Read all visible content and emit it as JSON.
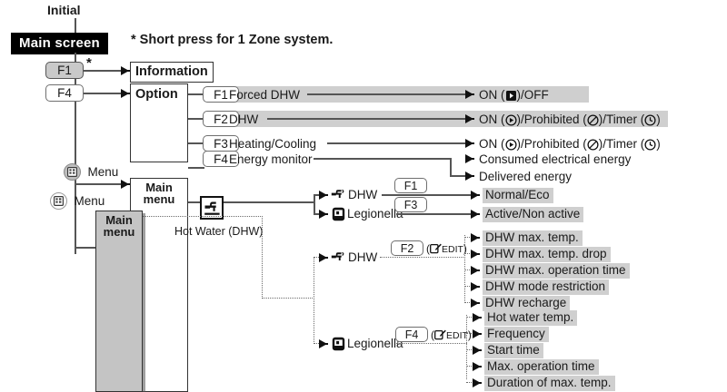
{
  "diagram": {
    "title_note": "* Short press for 1 Zone system.",
    "initial_label": "Initial",
    "main_screen": "Main screen",
    "asterisk": "*",
    "nodes": {
      "information": "Information",
      "option": "Option",
      "main_menu": "Main menu",
      "main_menu_2": "Main menu",
      "hot_water_caption": "Hot Water (DHW)"
    },
    "menu_buttons": [
      {
        "label": "Menu",
        "icon": "menu-icon",
        "style": "filled"
      },
      {
        "label": "Menu",
        "icon": "menu-icon",
        "style": "outline"
      }
    ],
    "root_keys": [
      {
        "key": "F1",
        "style": "gray",
        "note": "*"
      },
      {
        "key": "F4",
        "style": "white",
        "note": ""
      }
    ],
    "option_rows": [
      {
        "key": "F1",
        "label": "Forced DHW",
        "value": "ON (▶)/OFF",
        "highlight": true
      },
      {
        "key": "F2",
        "label": "DHW",
        "value": "ON (▶)/Prohibited (⊘)/Timer (◔)",
        "highlight": true
      },
      {
        "key": "F3",
        "label": "Heating/Cooling",
        "value": "ON (▶)/Prohibited (⊘)/Timer (◔)",
        "highlight": false
      },
      {
        "key": "F4",
        "label": "Energy monitor",
        "value": "",
        "highlight": false
      }
    ],
    "energy_monitor_values": [
      {
        "label": "Consumed electrical energy",
        "highlight": false
      },
      {
        "label": "Delivered energy",
        "highlight": false
      }
    ],
    "hot_water_group": [
      {
        "icon": "tap-icon",
        "label": "DHW",
        "key": "F1",
        "value": "Normal/Eco",
        "highlight": true
      },
      {
        "icon": "legionella-icon",
        "label": "Legionella",
        "key": "F3",
        "value": "Active/Non active",
        "highlight": true
      }
    ],
    "dhw_settings": {
      "icon": "tap-icon",
      "label": "DHW",
      "key": "F2",
      "edit_label": "EDIT",
      "edit_icon": "edit-pencil-icon",
      "items": [
        "DHW max. temp.",
        "DHW max. temp. drop",
        "DHW max. operation time",
        "DHW mode restriction",
        "DHW recharge"
      ]
    },
    "legionella_settings": {
      "icon": "legionella-icon",
      "label": "Legionella",
      "key": "F4",
      "edit_label": "EDIT",
      "edit_icon": "edit-pencil-icon",
      "items": [
        "Hot water temp.",
        "Frequency",
        "Start time",
        "Max. operation time",
        "Duration of max. temp."
      ]
    },
    "colors": {
      "highlight": "#cfcfcf",
      "box_border": "#333333",
      "line": "#555555",
      "black_box": "#000000",
      "key_gray": "#c9c9c9",
      "menu_fill": "#bdbdbd"
    }
  }
}
